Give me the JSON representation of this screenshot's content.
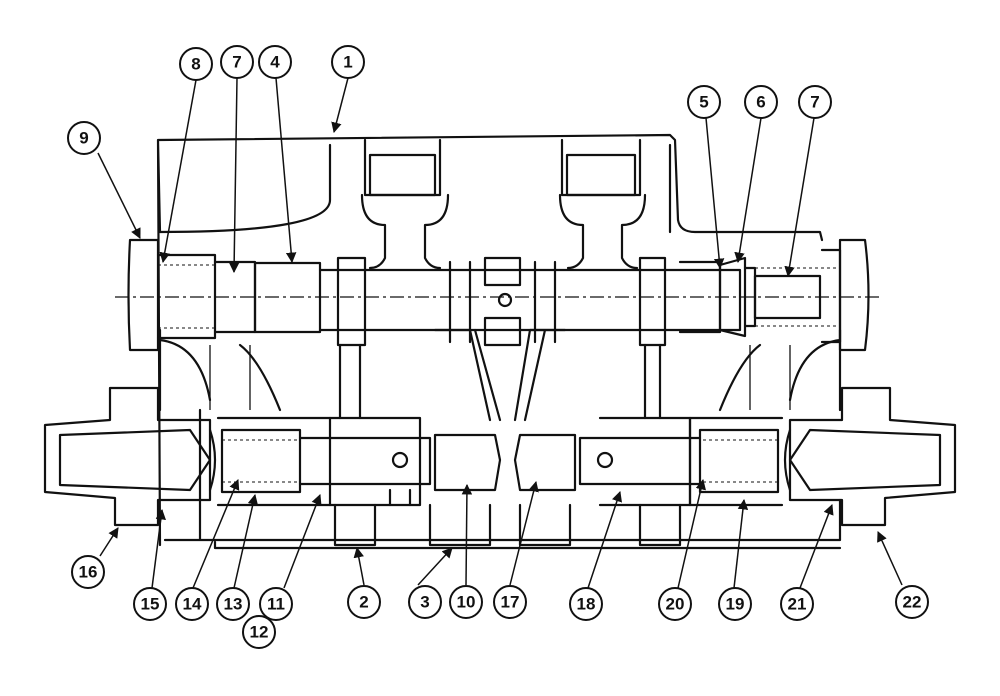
{
  "callouts": [
    {
      "label": "1"
    },
    {
      "label": "2"
    },
    {
      "label": "3"
    },
    {
      "label": "4"
    },
    {
      "label": "5"
    },
    {
      "label": "6"
    },
    {
      "label": "7"
    },
    {
      "label": "7"
    },
    {
      "label": "8"
    },
    {
      "label": "9"
    },
    {
      "label": "10"
    },
    {
      "label": "11"
    },
    {
      "label": "12"
    },
    {
      "label": "13"
    },
    {
      "label": "14"
    },
    {
      "label": "15"
    },
    {
      "label": "16"
    },
    {
      "label": "17"
    },
    {
      "label": "18"
    },
    {
      "label": "19"
    },
    {
      "label": "20"
    },
    {
      "label": "21"
    },
    {
      "label": "22"
    }
  ]
}
